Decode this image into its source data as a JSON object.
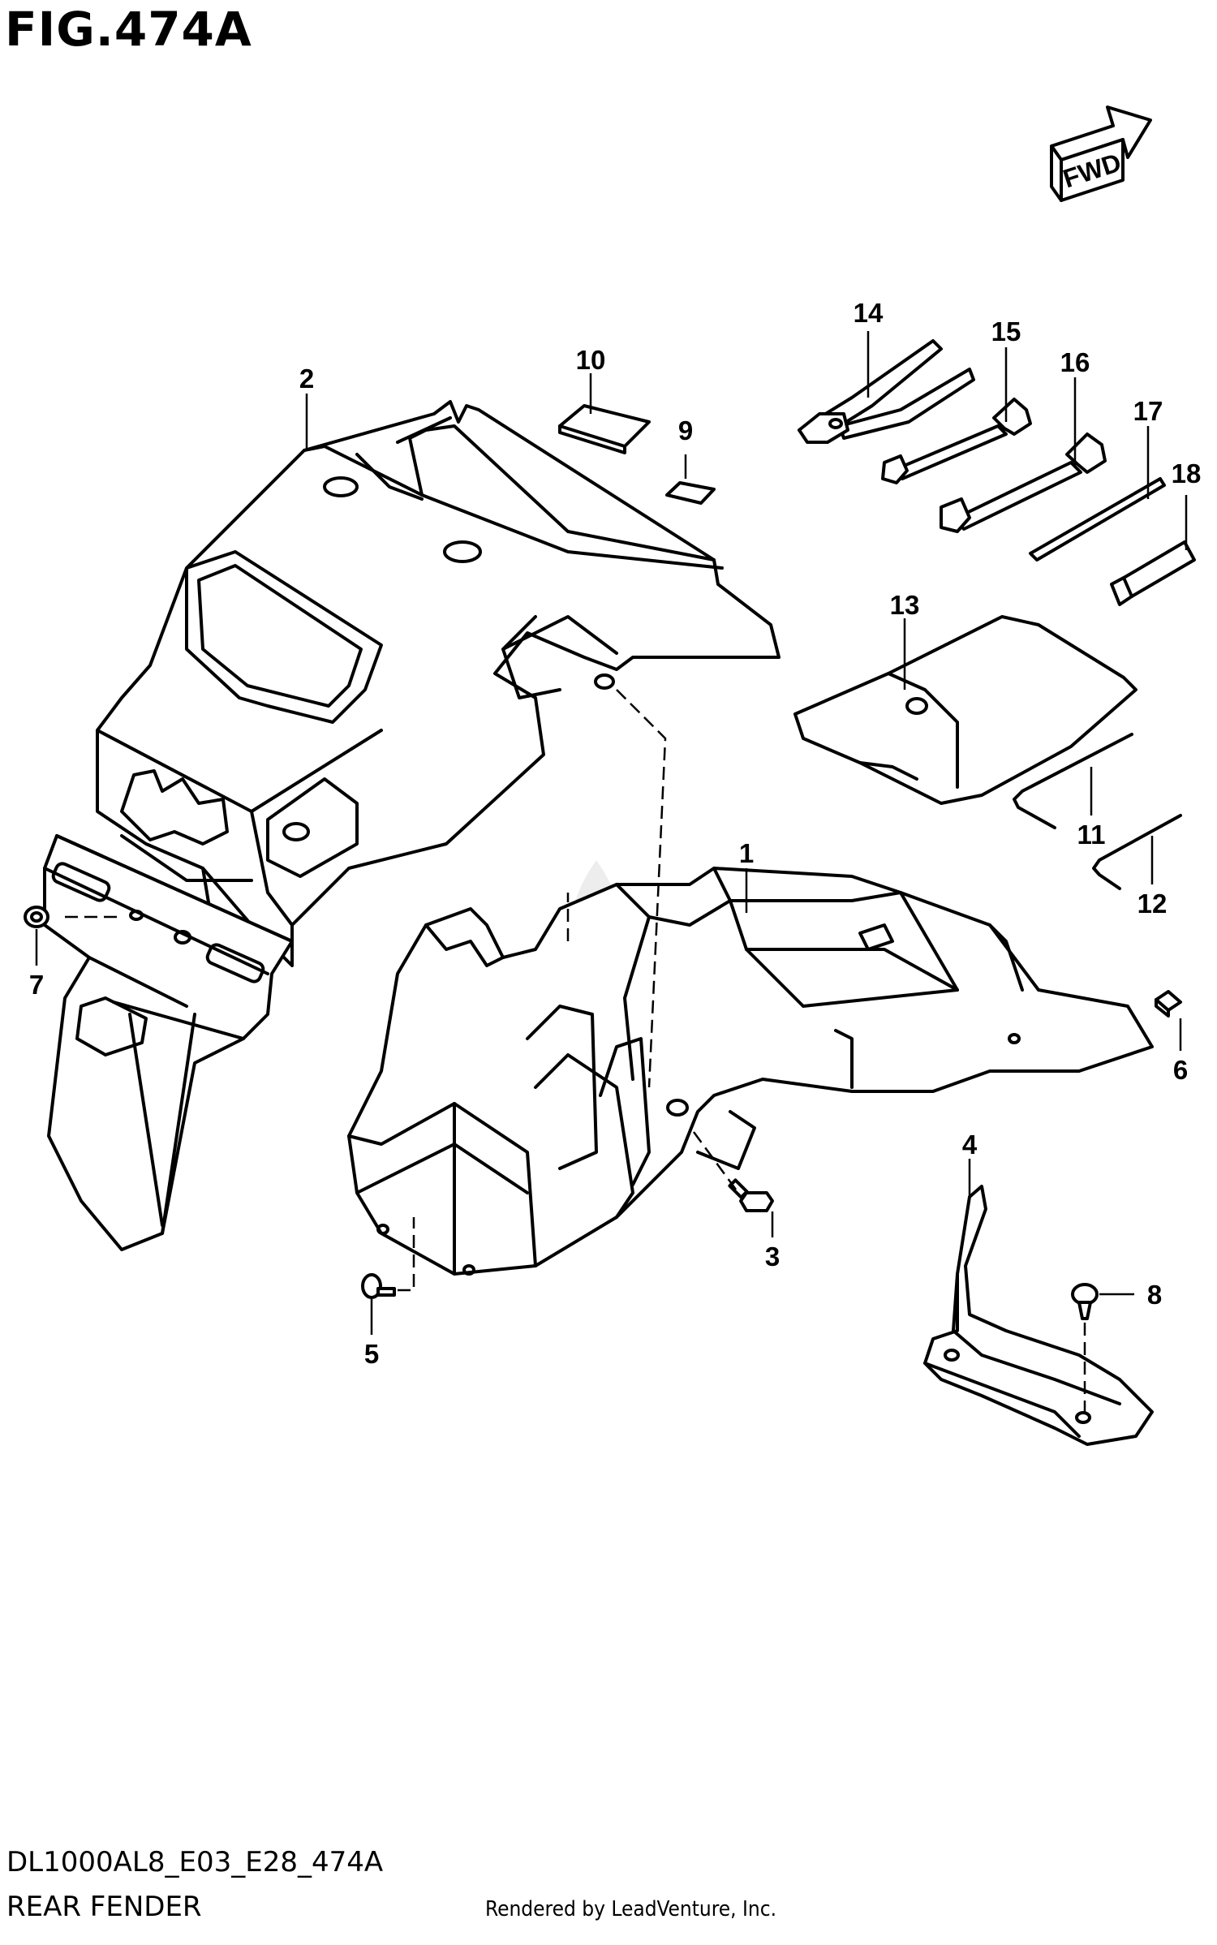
{
  "figure": {
    "title": "FIG.474A",
    "model_code": "DL1000AL8_E03_E28_474A",
    "name": "REAR FENDER",
    "credit": "Rendered by LeadVenture, Inc.",
    "fwd_label": "FWD"
  },
  "callouts": [
    {
      "id": "c1",
      "label": "1"
    },
    {
      "id": "c2",
      "label": "2"
    },
    {
      "id": "c3",
      "label": "3"
    },
    {
      "id": "c4",
      "label": "4"
    },
    {
      "id": "c5",
      "label": "5"
    },
    {
      "id": "c6",
      "label": "6"
    },
    {
      "id": "c7",
      "label": "7"
    },
    {
      "id": "c8",
      "label": "8"
    },
    {
      "id": "c9",
      "label": "9"
    },
    {
      "id": "c10",
      "label": "10"
    },
    {
      "id": "c11",
      "label": "11"
    },
    {
      "id": "c12",
      "label": "12"
    },
    {
      "id": "c13",
      "label": "13"
    },
    {
      "id": "c14",
      "label": "14"
    },
    {
      "id": "c15",
      "label": "15"
    },
    {
      "id": "c16",
      "label": "16"
    },
    {
      "id": "c17",
      "label": "17"
    },
    {
      "id": "c18",
      "label": "18"
    }
  ]
}
